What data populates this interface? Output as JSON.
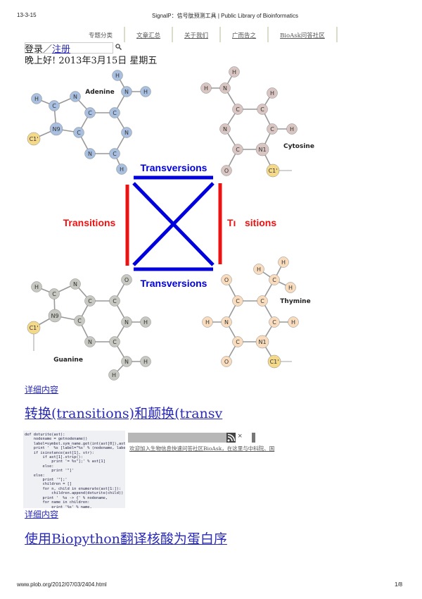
{
  "print_header": {
    "date": "13-3-15",
    "title": "SignalP：信号肽预测工具 | Public Library of Bioinformatics"
  },
  "nav": [
    {
      "label": "专题分类"
    },
    {
      "label": "文章汇总"
    },
    {
      "label": "关于我们"
    },
    {
      "label": "广而告之"
    },
    {
      "label": "BioAsk问答社区"
    }
  ],
  "login": {
    "login_label": "登录／",
    "register_label": "注册",
    "search_value": ""
  },
  "greeting": "晚上好! 2013年3月15日 星期五",
  "diagram": {
    "top_label": "Transversions",
    "bottom_label": "Transversions",
    "left_label": "Transitions",
    "right_label_left": "Tı",
    "right_label_right": "sitions",
    "colors": {
      "transversion": "#0000dd",
      "transition": "#ee1111",
      "adenine": "#a8bfdf",
      "cytosine": "#d9c6c3",
      "guanine": "#c6c8c1",
      "thymine": "#f8dcbd",
      "sugar": "#f5d98b"
    },
    "molecules": [
      {
        "name": "Adenine",
        "atoms": [
          "H",
          "N",
          "H",
          "H",
          "C",
          "N",
          "C",
          "C",
          "N9",
          "C",
          "N",
          "C1'",
          "N",
          "C",
          "H"
        ]
      },
      {
        "name": "Cytosine",
        "atoms": [
          "H",
          "H",
          "N",
          "H",
          "C",
          "C",
          "N",
          "C",
          "H",
          "C",
          "N1",
          "O",
          "C1'"
        ]
      },
      {
        "name": "Guanine",
        "atoms": [
          "H",
          "C",
          "N",
          "O",
          "C",
          "C",
          "N9",
          "C",
          "N",
          "H",
          "C1'",
          "N",
          "C",
          "N",
          "H",
          "H"
        ]
      },
      {
        "name": "Thymine",
        "atoms": [
          "H",
          "H",
          "C",
          "H",
          "O",
          "C",
          "C",
          "H",
          "N",
          "C",
          "H",
          "C",
          "N1",
          "O",
          "C1'"
        ]
      }
    ]
  },
  "posts": [
    {
      "more_label": "详细内容",
      "title": "转换(transitions)和颠换(transv"
    },
    {
      "more_label": "详细内容",
      "title": "使用Biopython翻译核酸为蛋白序"
    }
  ],
  "code_thumb": "def doturite(ast):\n    nodename = getnodename()\n    label=symbol.sym_name.get(int(ast[0]),ast[0])\n    print '  %s [label=\"%s' % (nodename, label),\n    if isinstance(ast[1], str):\n        if ast[1].strip():\n            print '= %s\"];' % ast[1]\n        else:\n            print '\"]'\n    else:\n        print '\"];'\n        children = []\n        for n, child in enumerate(ast[1:]):\n            children.append(doturite(child))\n        print '  %s -> {' % nodename,\n        for name in children:\n            print '%s' % name,",
  "notice_bar": {
    "text": "欢迎加入生物信息快速问答社区BioAsk，在这里与中科院、国",
    "close_label": "×",
    "icons": [
      "rss-icon",
      "close-icon"
    ]
  },
  "print_footer": {
    "url": "www.plob.org/2012/07/03/2404.html",
    "page": "1/8"
  }
}
